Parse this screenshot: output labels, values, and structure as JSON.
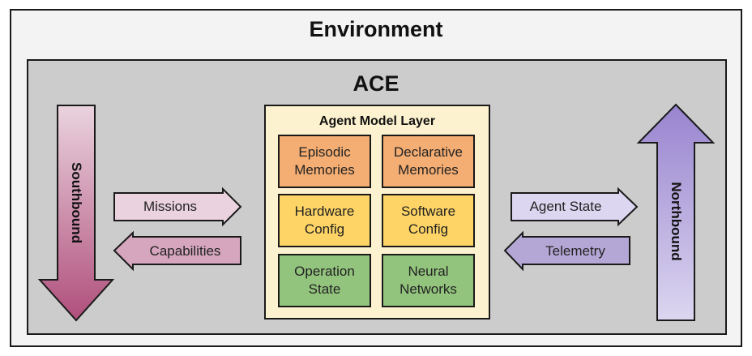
{
  "environment": {
    "title": "Environment"
  },
  "ace": {
    "title": "ACE"
  },
  "agent_model_layer": {
    "title": "Agent Model Layer",
    "boxes": [
      {
        "label": "Episodic\nMemories",
        "color": "#f4ad72"
      },
      {
        "label": "Declarative\nMemories",
        "color": "#f4ad72"
      },
      {
        "label": "Hardware\nConfig",
        "color": "#fdd465"
      },
      {
        "label": "Software\nConfig",
        "color": "#fdd465"
      },
      {
        "label": "Operation\nState",
        "color": "#93c47d"
      },
      {
        "label": "Neural\nNetworks",
        "color": "#93c47d"
      }
    ]
  },
  "southbound": {
    "label": "Southbound",
    "color": "#c2618a"
  },
  "northbound": {
    "label": "Northbound",
    "color": "#a895d6"
  },
  "flows": {
    "missions": "Missions",
    "capabilities": "Capabilities",
    "agent_state": "Agent State",
    "telemetry": "Telemetry"
  }
}
